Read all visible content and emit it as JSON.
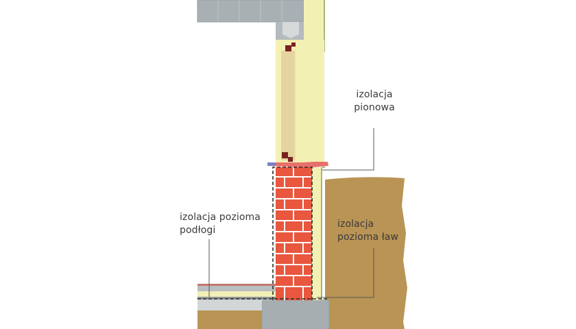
{
  "labels": {
    "vertical_insulation": {
      "line1": "izolacja",
      "line2": "pionowa"
    },
    "floor_horizontal_insulation": {
      "line1": "izolacja pozioma",
      "line2": "podłogi"
    },
    "footing_horizontal_insulation": {
      "line1": "izolacja",
      "line2": "pozioma ław"
    }
  },
  "colors": {
    "concrete": "#a9b0b3",
    "concrete_light": "#c6cbcd",
    "insulation": "#f3f0b4",
    "insulation_core": "#e4d4a0",
    "brick": "#e8573e",
    "mortar": "#ffffff",
    "soil": "#b99455",
    "membrane": "#2b2b2b",
    "dark_red": "#7a2121",
    "leader_line": "#555555"
  }
}
